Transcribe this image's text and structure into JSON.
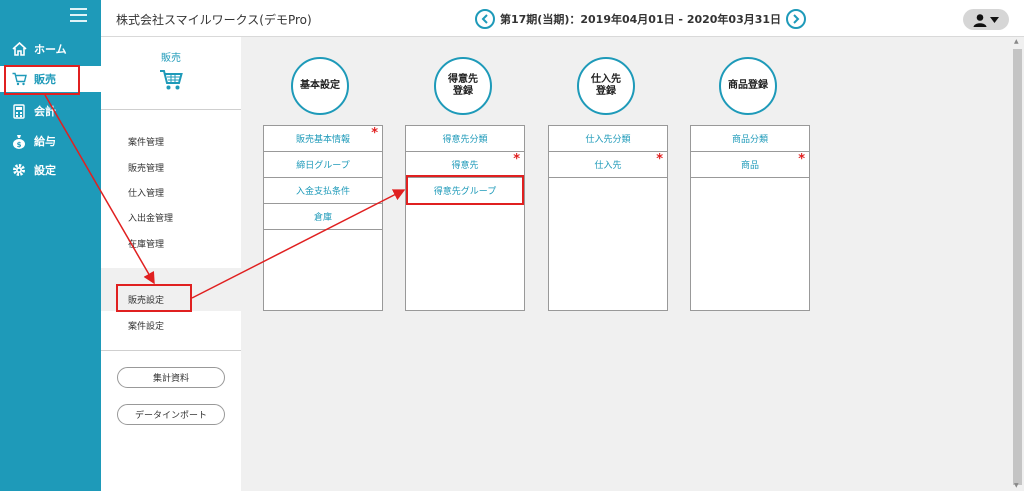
{
  "nav": {
    "items": [
      {
        "label": "ホーム",
        "icon": "home-icon"
      },
      {
        "label": "販売",
        "icon": "cart-icon"
      },
      {
        "label": "会計",
        "icon": "calculator-icon"
      },
      {
        "label": "給与",
        "icon": "money-bag-icon"
      },
      {
        "label": "設定",
        "icon": "gear-icon"
      }
    ]
  },
  "header": {
    "company": "株式会社スマイルワークス(デモPro)",
    "period": "第17期(当期)：2019年04月01日 - 2020年03月31日"
  },
  "submenu": {
    "title": "販売",
    "links": [
      "案件管理",
      "販売管理",
      "仕入管理",
      "入出金管理",
      "在庫管理"
    ],
    "settings": [
      "販売設定",
      "案件設定"
    ],
    "buttons": [
      "集計資料",
      "データインポート"
    ]
  },
  "columns": [
    {
      "title_lines": [
        "基本設定"
      ],
      "rows": [
        {
          "label": "販売基本情報",
          "required": true
        },
        {
          "label": "締日グループ",
          "required": false
        },
        {
          "label": "入金支払条件",
          "required": false
        },
        {
          "label": "倉庫",
          "required": false
        }
      ]
    },
    {
      "title_lines": [
        "得意先",
        "登録"
      ],
      "rows": [
        {
          "label": "得意先分類",
          "required": false
        },
        {
          "label": "得意先",
          "required": true
        },
        {
          "label": "得意先グループ",
          "required": false
        }
      ]
    },
    {
      "title_lines": [
        "仕入先",
        "登録"
      ],
      "rows": [
        {
          "label": "仕入先分類",
          "required": false
        },
        {
          "label": "仕入先",
          "required": true
        }
      ]
    },
    {
      "title_lines": [
        "商品登録"
      ],
      "rows": [
        {
          "label": "商品分類",
          "required": false
        },
        {
          "label": "商品",
          "required": true
        }
      ]
    }
  ],
  "required_mark": "*",
  "colors": {
    "accent": "#1e9ab9",
    "highlight": "#e02020"
  }
}
